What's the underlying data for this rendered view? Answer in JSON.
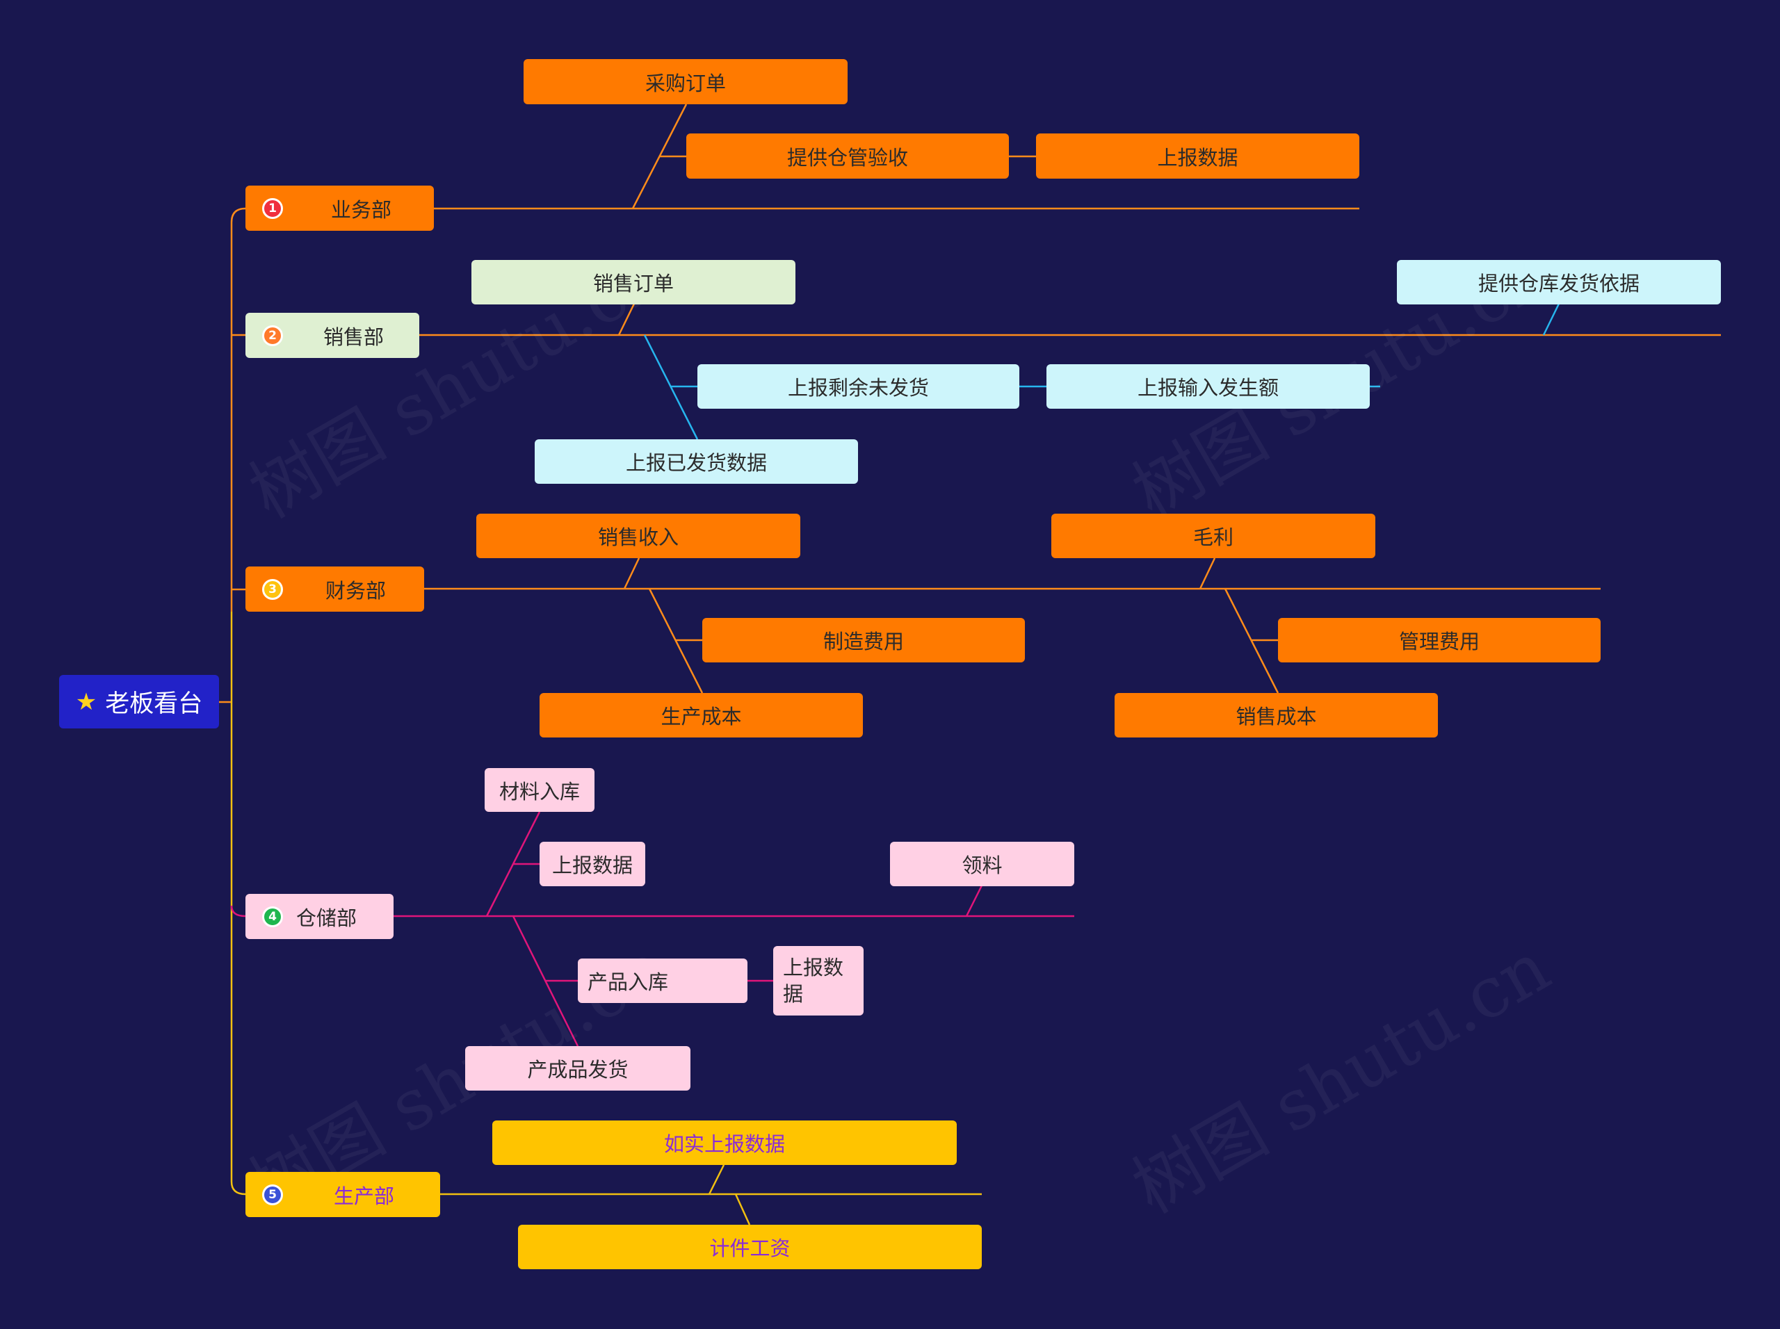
{
  "colors": {
    "background": "#19174f",
    "root": "#2222c8",
    "orange": "#ff7a00",
    "orange_line": "#ff8c1a",
    "light_green": "#dff0d2",
    "light_cyan": "#cdf5fb",
    "cyan_line": "#27b5ee",
    "pink": "#ffd0e4",
    "pink_line": "#e0157a",
    "yellow": "#ffc400",
    "yellow_line": "#f2c010",
    "purple_text": "#8a2bd8",
    "white_text": "#ffffff"
  },
  "root": {
    "label": "老板看台",
    "icon": "star-icon"
  },
  "departments": [
    {
      "num": "1",
      "label": "业务部",
      "badge_color": "#f0303e"
    },
    {
      "num": "2",
      "label": "销售部",
      "badge_color": "#ff7a2a"
    },
    {
      "num": "3",
      "label": "财务部",
      "badge_color": "#ffc20e"
    },
    {
      "num": "4",
      "label": "仓储部",
      "badge_color": "#1eb64e"
    },
    {
      "num": "5",
      "label": "生产部",
      "badge_color": "#3b52d8"
    }
  ],
  "nodes": {
    "purchase_order": "采购订单",
    "warehouse_check": "提供仓管验收",
    "report_data_1": "上报数据",
    "sales_order": "销售订单",
    "shipping_basis": "提供仓库发货依据",
    "report_remaining": "上报剩余未发货",
    "report_amount": "上报输入发生额",
    "report_shipped": "上报已发货数据",
    "sales_revenue": "销售收入",
    "gross_profit": "毛利",
    "manufacturing_cost": "制造费用",
    "production_cost": "生产成本",
    "management_cost": "管理费用",
    "sales_cost": "销售成本",
    "material_in": "材料入库",
    "report_data_2": "上报数据",
    "material_pick": "领料",
    "product_in": "产品入库",
    "report_data_3": "上报数据",
    "product_ship": "产成品发货",
    "report_truth": "如实上报数据",
    "piece_wage": "计件工资"
  },
  "watermark": "树图 shutu.cn"
}
